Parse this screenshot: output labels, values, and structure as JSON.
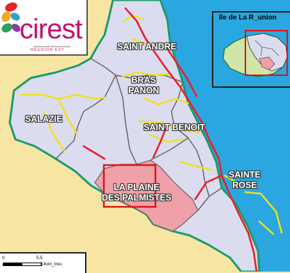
{
  "logo": {
    "text": "cirest",
    "tagline_small": "communauté intercommunale",
    "tagline": "RÉUNION EST"
  },
  "inset": {
    "title": "Ile de La R_union"
  },
  "labels": {
    "saint_andre": "SAINT ANDRE",
    "bras_panon": [
      "BRAS",
      "PANON"
    ],
    "salazie": "SALAZIE",
    "saint_benoit": "SAINT BENOIT",
    "sainte_rose": [
      "SAINTE",
      "ROSE"
    ],
    "plaine_palmistes": [
      "LA PLAINE",
      "DES PALMISTES"
    ]
  },
  "scale": {
    "zero": "0",
    "mid": "5,5",
    "unit": "Kilom_tres"
  },
  "colors": {
    "sea": "#2aa7e0",
    "land_outside": "#f7e6a3",
    "commune_fill": "#dcdcf0",
    "highlight_fill": "#f0a0a8",
    "coast": "#1d9a6c",
    "road_main": "#e8202a",
    "road_secondary": "#f0e020",
    "boundary": "#666666",
    "highlight_frame": "#e0101a"
  },
  "icons": [
    "cirest-logo-petals-icon"
  ]
}
